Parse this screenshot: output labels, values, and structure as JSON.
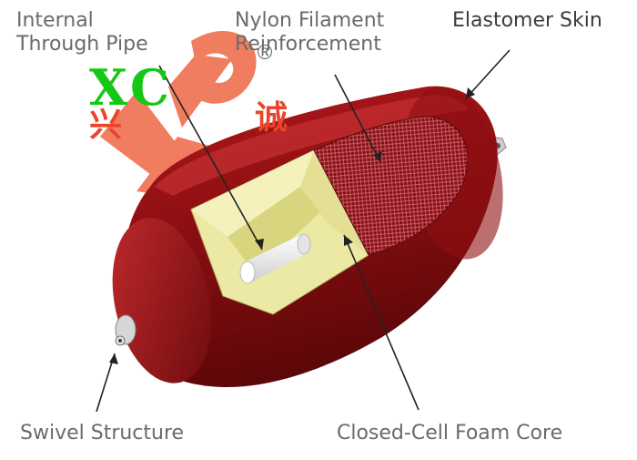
{
  "labels": {
    "internal_through_pipe": [
      "Internal",
      "Through Pipe"
    ],
    "nylon_filament_reinforcement": [
      "Nylon Filament",
      "Reinforcement"
    ],
    "elastomer_skin": "Elastomer Skin",
    "swivel_structure": "Swivel Structure",
    "closed_cell_foam_core": "Closed-Cell Foam Core"
  },
  "watermark": {
    "letters": "XC",
    "char_left": "兴",
    "char_right": "诚",
    "registered": "®"
  },
  "colors": {
    "skin": "#8e0f12",
    "skin_highlight": "#c0262a",
    "foam": "#ece9a4",
    "foam_shadow": "#d9d47e",
    "mesh": "#b8323a",
    "logo_red": "#e8452a",
    "logo_green": "#14c814"
  }
}
